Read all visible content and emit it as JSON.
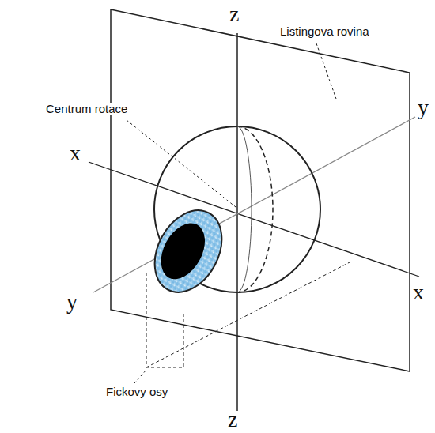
{
  "diagram": {
    "labels": [
      "z",
      "Listingova rovina",
      "Centrum rotace",
      "x",
      "y",
      "y",
      "x",
      "Fickovy osy",
      "z"
    ]
  }
}
